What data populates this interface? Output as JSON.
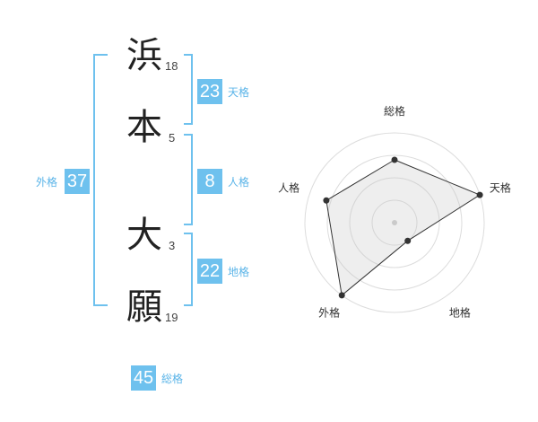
{
  "name": {
    "characters": [
      {
        "char": "浜",
        "strokes": "18"
      },
      {
        "char": "本",
        "strokes": "5"
      },
      {
        "char": "大",
        "strokes": "3"
      },
      {
        "char": "願",
        "strokes": "19"
      }
    ]
  },
  "kaku": {
    "tenkaku": {
      "value": "23",
      "label": "天格"
    },
    "jinkaku": {
      "value": "8",
      "label": "人格"
    },
    "chikaku": {
      "value": "22",
      "label": "地格"
    },
    "gaikaku": {
      "value": "37",
      "label": "外格"
    },
    "soukaku": {
      "value": "45",
      "label": "総格"
    }
  },
  "colors": {
    "bracket": "#6ec1ee",
    "badge": "#6ec1ee",
    "label": "#5ab4e8"
  },
  "chart_data": {
    "type": "radar",
    "axes": [
      "総格",
      "天格",
      "地格",
      "外格",
      "人格"
    ],
    "values": [
      0.7,
      1.0,
      0.25,
      1.0,
      0.8
    ],
    "range": [
      0,
      1
    ],
    "rings": 4
  }
}
